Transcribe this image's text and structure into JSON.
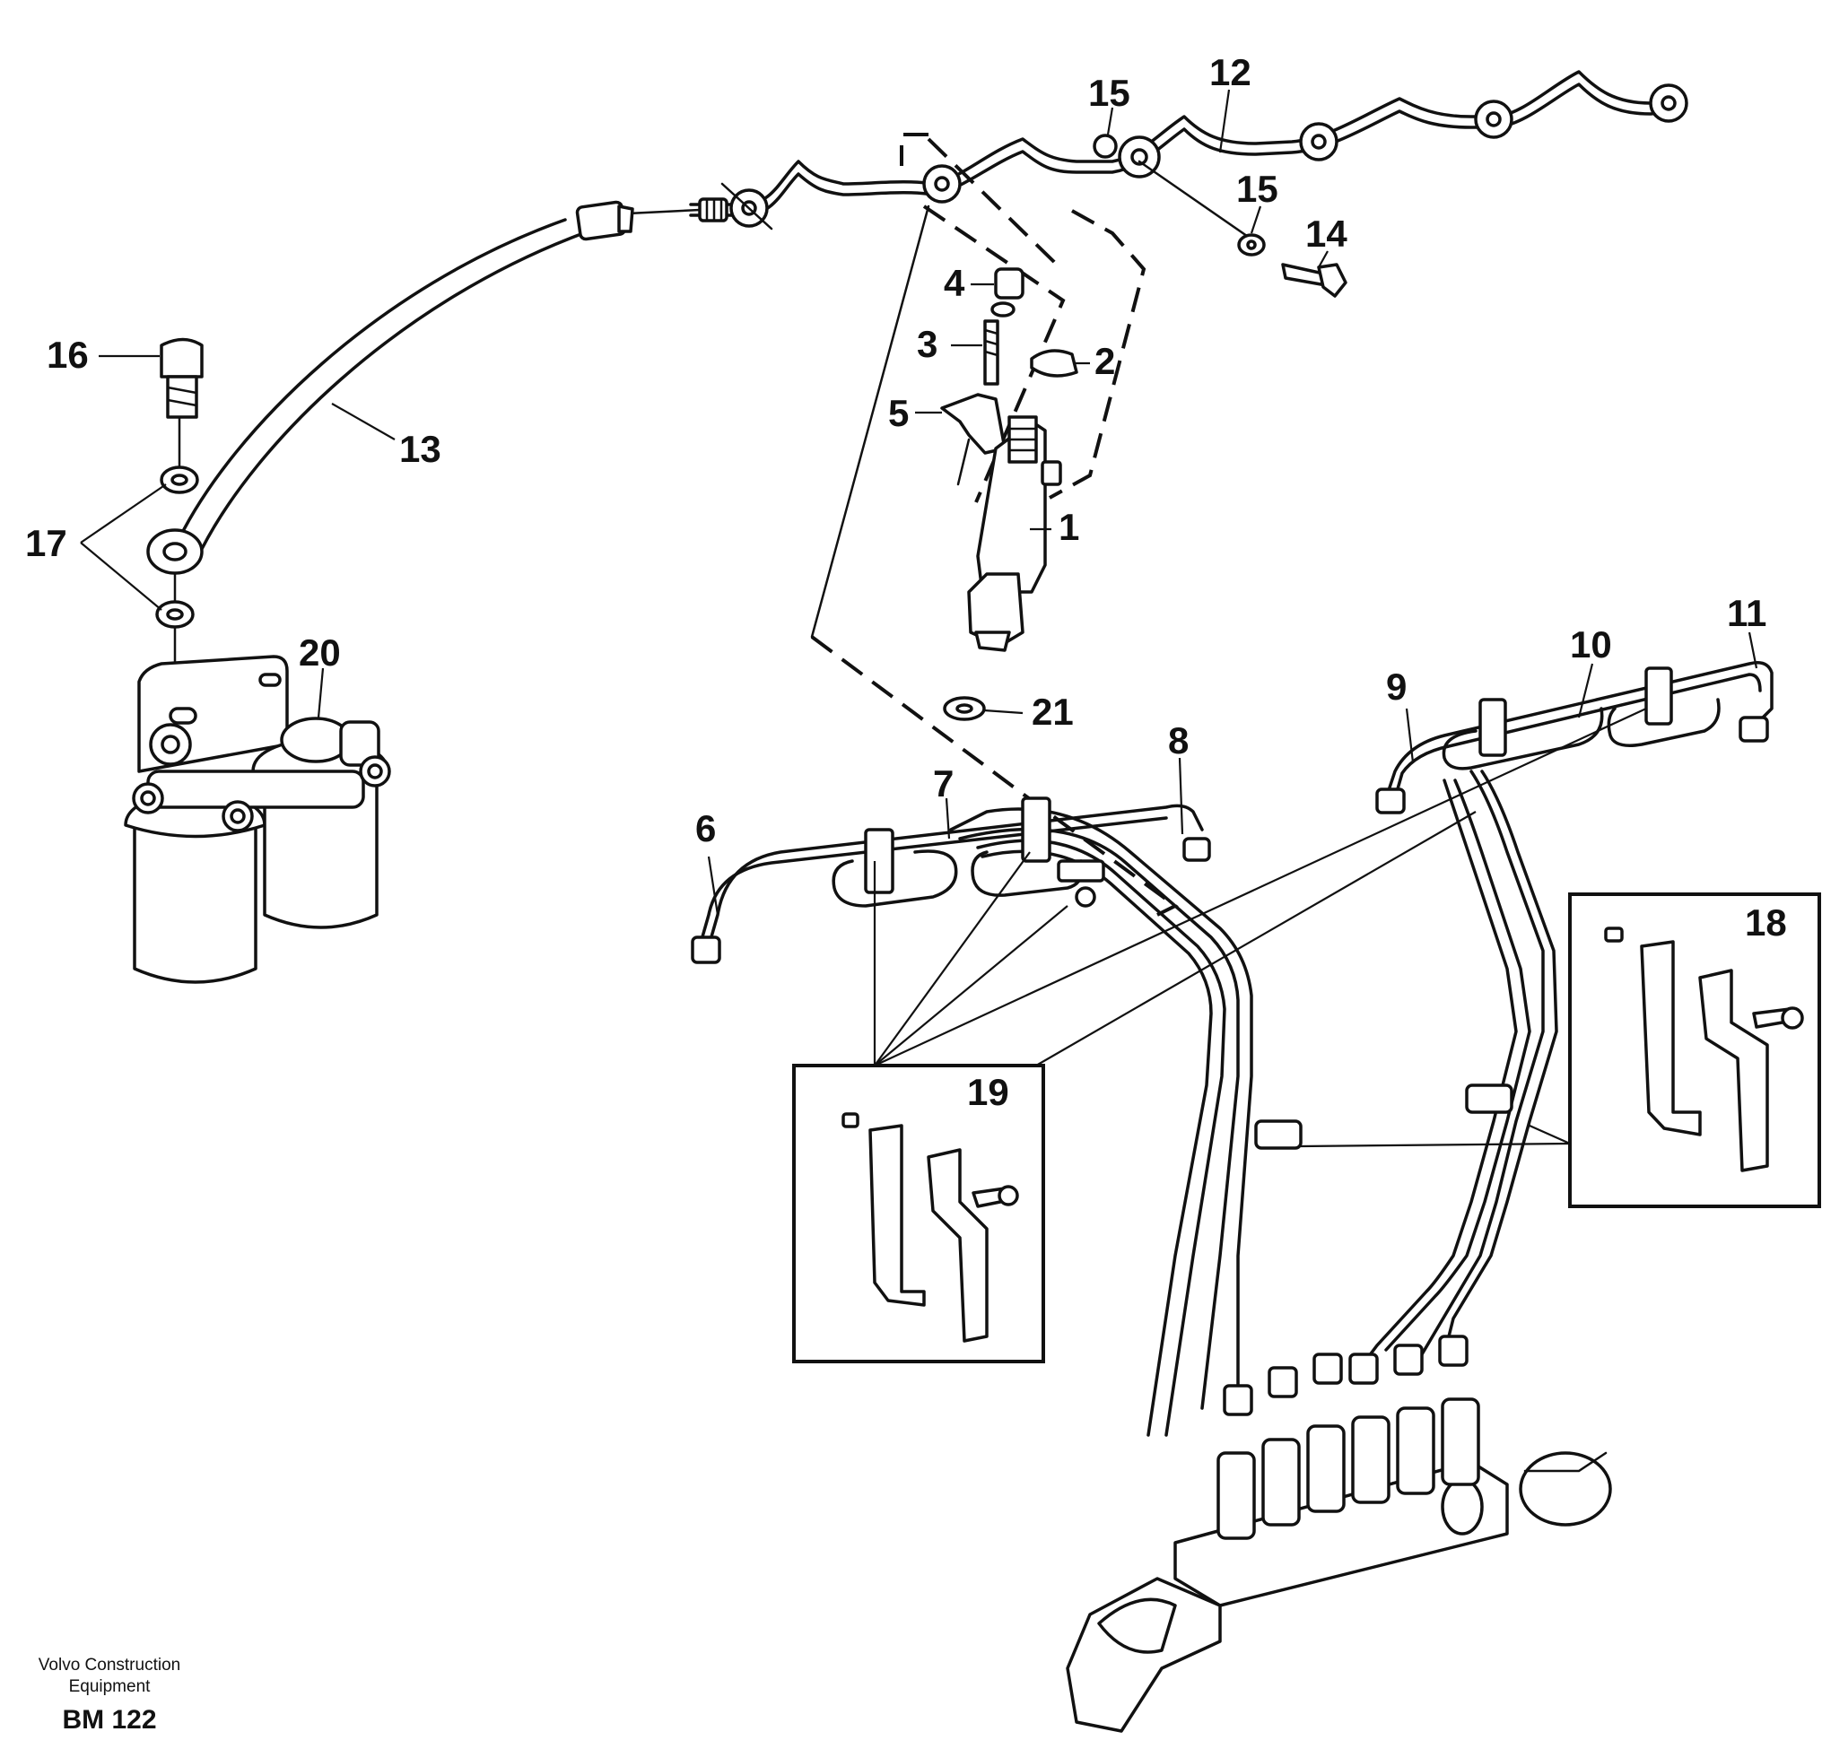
{
  "callouts": [
    "1",
    "2",
    "3",
    "4",
    "5",
    "6",
    "7",
    "8",
    "9",
    "10",
    "11",
    "12",
    "13",
    "14",
    "15",
    "15",
    "16",
    "17",
    "18",
    "19",
    "20",
    "21"
  ],
  "footer": {
    "line1": "Volvo Construction",
    "line2": "Equipment",
    "code": "BM 122"
  },
  "colors": {
    "ink": "#111111",
    "background": "#ffffff"
  }
}
